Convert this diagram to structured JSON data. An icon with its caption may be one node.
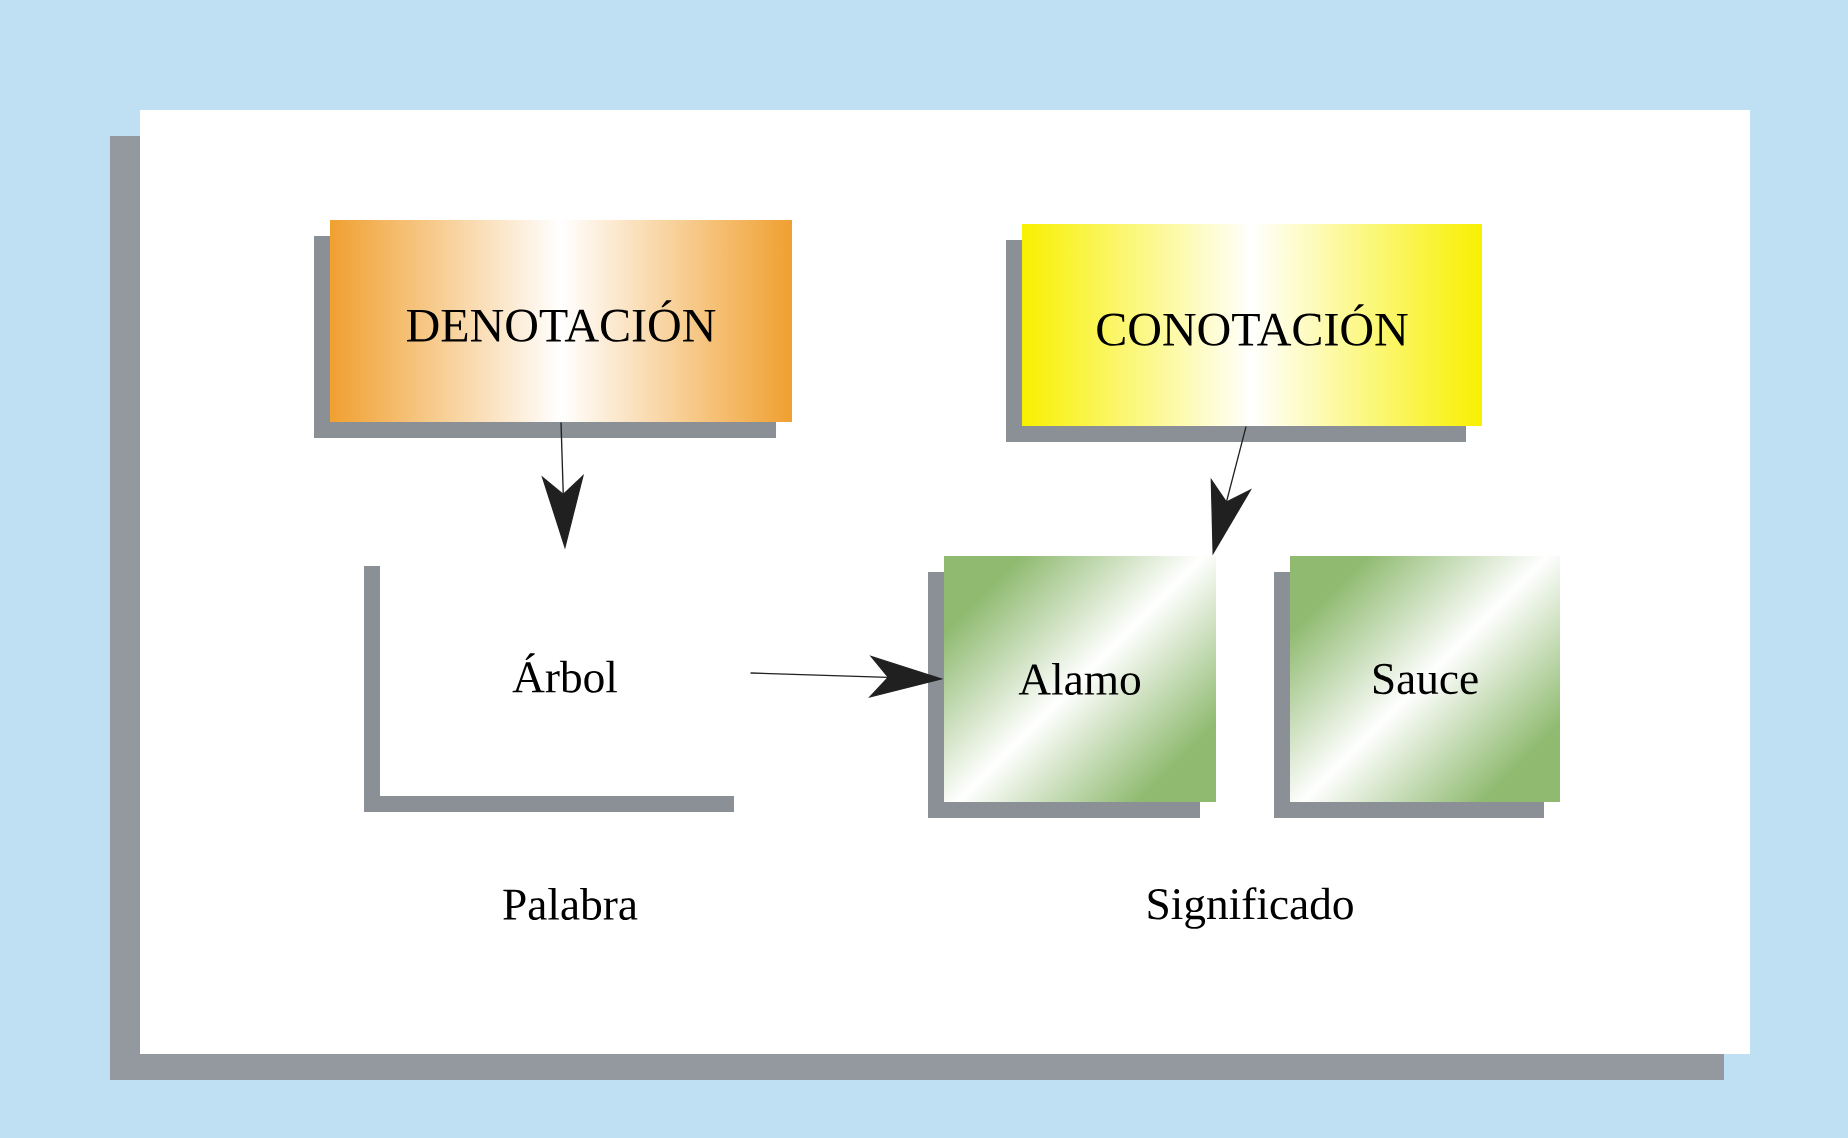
{
  "diagram": {
    "nodes": [
      {
        "text": [
          "DENOTACIÓN"
        ]
      },
      {
        "text": [
          "CONOTACIÓN"
        ]
      },
      {
        "text": [
          "Árbol"
        ]
      },
      {
        "text": [
          "Alamo"
        ]
      },
      {
        "text": [
          "Sauce"
        ]
      }
    ],
    "edges": [
      {
        "from": 0,
        "to": 2,
        "arrow": "to"
      },
      {
        "from": 1,
        "to": 3,
        "arrow": "to"
      },
      {
        "from": 2,
        "to": 3,
        "arrow": "to"
      }
    ],
    "labels": [
      "Palabra",
      "Significado"
    ]
  }
}
